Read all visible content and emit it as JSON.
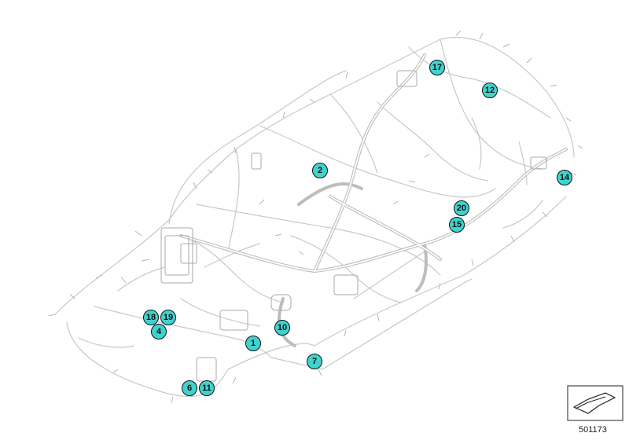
{
  "diagram": {
    "id": "501173",
    "colors": {
      "marker_fill": "#3fd3cf",
      "marker_border": "#111111",
      "wire": "#c8c8c8"
    },
    "markers": [
      {
        "label": "1"
      },
      {
        "label": "2"
      },
      {
        "label": "4"
      },
      {
        "label": "6"
      },
      {
        "label": "7"
      },
      {
        "label": "10"
      },
      {
        "label": "11"
      },
      {
        "label": "12"
      },
      {
        "label": "14"
      },
      {
        "label": "15"
      },
      {
        "label": "17"
      },
      {
        "label": "18"
      },
      {
        "label": "19"
      },
      {
        "label": "20"
      }
    ]
  }
}
